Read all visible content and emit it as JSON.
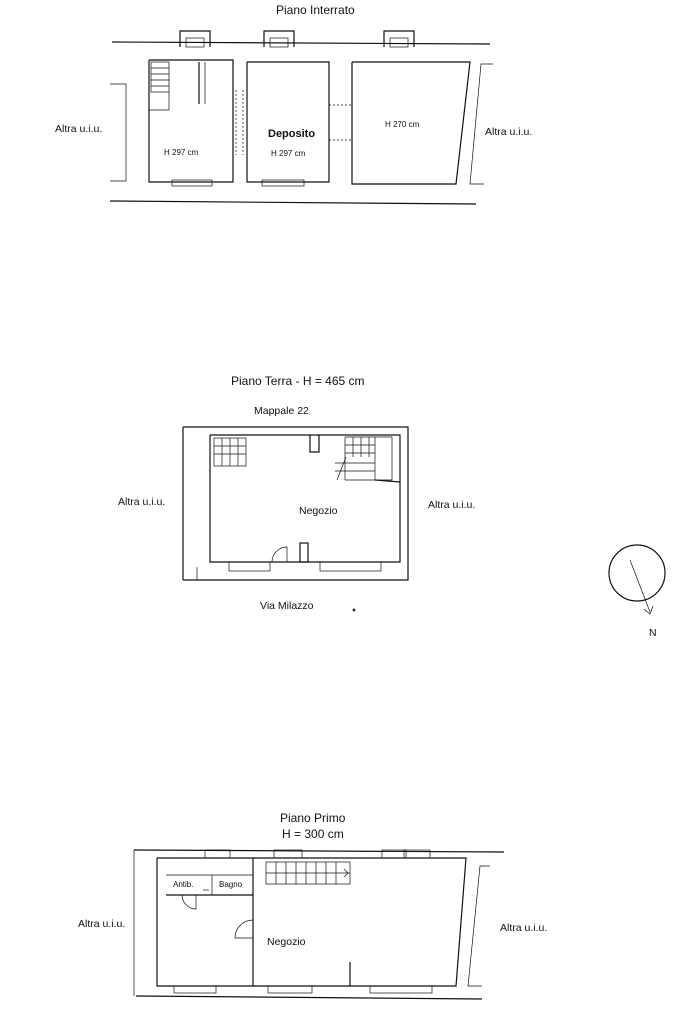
{
  "basement": {
    "title": "Piano Interrato",
    "left_neighbor": "Altra u.i.u.",
    "right_neighbor": "Altra u.i.u.",
    "room1_height": "H 297 cm",
    "room2_name": "Deposito",
    "room2_height": "H 297 cm",
    "room3_height": "H 270 cm"
  },
  "ground": {
    "title": "Piano Terra - H = 465 cm",
    "top_label": "Mappale 22",
    "left_neighbor": "Altra u.i.u.",
    "right_neighbor": "Altra u.i.u.",
    "room_name": "Negozio",
    "street": "Via Milazzo"
  },
  "compass": {
    "north": "N"
  },
  "first": {
    "title": "Piano Primo",
    "height": "H = 300 cm",
    "left_neighbor": "Altra u.i.u.",
    "right_neighbor": "Altra u.i.u.",
    "antib": "Antib.",
    "bagno": "Bagno",
    "room_name": "Negozio"
  }
}
